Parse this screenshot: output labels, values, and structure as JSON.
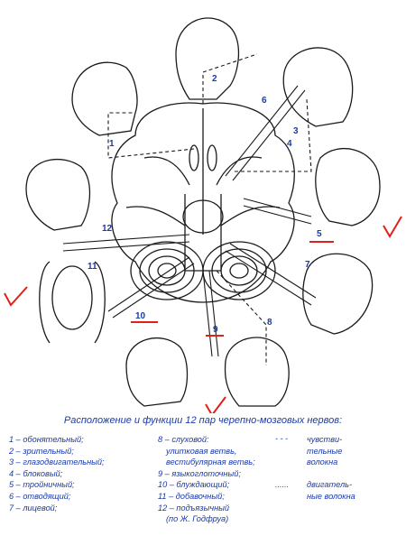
{
  "labels": {
    "n1": "1",
    "n2": "2",
    "n3": "3",
    "n4": "4",
    "n5": "5",
    "n6": "6",
    "n7": "7",
    "n8": "8",
    "n9": "9",
    "n10": "10",
    "n11": "11",
    "n12": "12"
  },
  "caption": "Расположение и функции 12 пар черепно-мозговых нервов:",
  "legend": {
    "col1": [
      "1 – обонятельный;",
      "2 – зрительный;",
      "3 – глазодвигательный;",
      "4 – блоковый;",
      "5 – тройничный;",
      "6 – отводящий;",
      "7 – лицевой;"
    ],
    "col2": [
      "8 – слуховой:",
      "улитковая ветвь,",
      "вестибулярная ветвь;",
      "9 – языкоглоточный;",
      "10 – блуждающий;",
      "11 – добавочный;",
      "12 – подъязычный",
      "(по Ж. Годфруа)"
    ],
    "col3": [
      "чувстви-",
      "тельные",
      "волокна",
      "",
      "двигатель-",
      "ные волокна"
    ],
    "sensory_marker": "- - -",
    "motor_marker": "......"
  },
  "colors": {
    "ink": "#1a1a1a",
    "label": "#1a3aa8",
    "check": "#e0201a"
  }
}
